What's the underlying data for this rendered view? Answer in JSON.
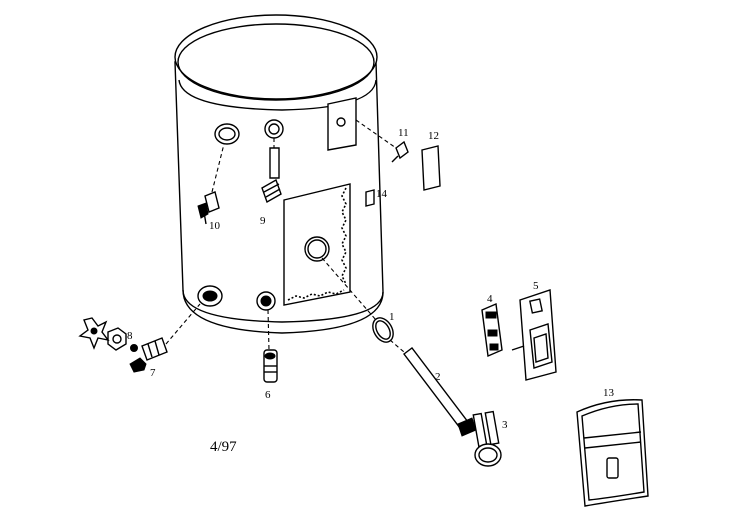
{
  "diagram": {
    "date_code": "4/97",
    "parts": [
      {
        "number": "1"
      },
      {
        "number": "2"
      },
      {
        "number": "3"
      },
      {
        "number": "4"
      },
      {
        "number": "5"
      },
      {
        "number": "6"
      },
      {
        "number": "7"
      },
      {
        "number": "8"
      },
      {
        "number": "9"
      },
      {
        "number": "10"
      },
      {
        "number": "11"
      },
      {
        "number": "12"
      },
      {
        "number": "13"
      },
      {
        "number": "14"
      }
    ]
  }
}
